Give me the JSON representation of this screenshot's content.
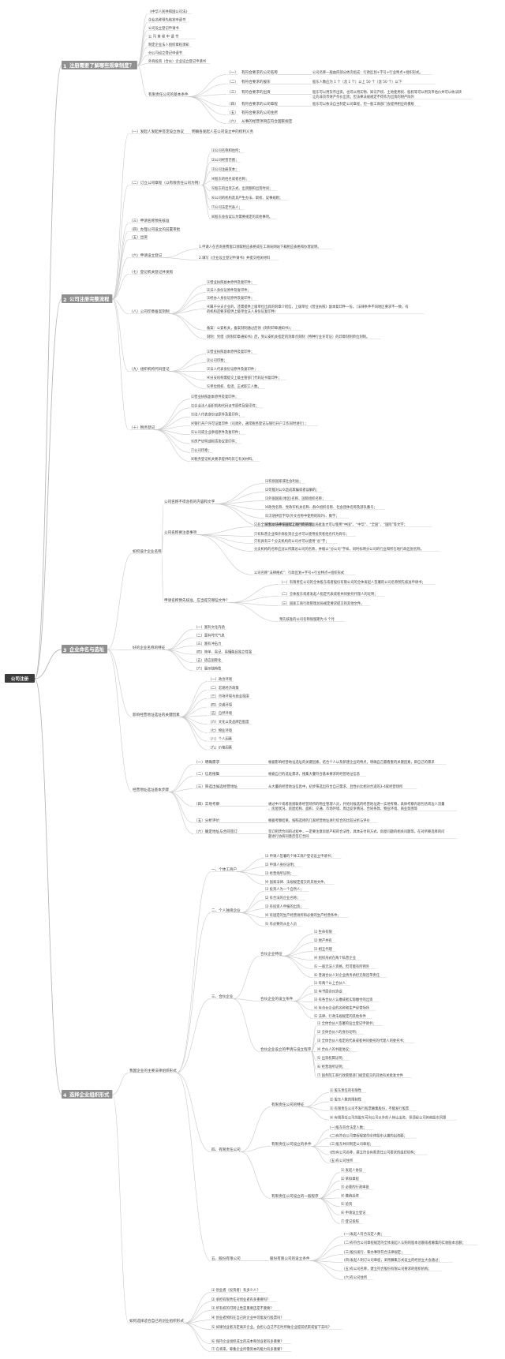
{
  "root": "公司注册",
  "sections": [
    {
      "num": "1",
      "color": "#e74c3c",
      "label": "注册需要了解哪些规章制度？"
    },
    {
      "num": "2",
      "color": "#f1c40f",
      "label": "公司注册完整流程"
    },
    {
      "num": "3",
      "color": "#3498db",
      "label": "企业命名与选址"
    },
    {
      "num": "4",
      "color": "#2ecc71",
      "label": "选择企业组织形式"
    }
  ],
  "s1": {
    "laws": [
      "《中华人民共和国公司法》",
      "企业名称预先核准申请书",
      "公司设立登记申请书",
      "公 司 章 程 申 请 书",
      "制定企业法人组织章程须知",
      "分公司设立登记申请书",
      "外商投资（合伙）企业设立登记申请书"
    ],
    "basic_label": "有限责任公司的基本条件",
    "basic": [
      {
        "no": "（一）",
        "text": "有符合要求的公司名称",
        "note": "公司名称一般由四部分依次组成：行政区划+字号+行业特点+组织形式。"
      },
      {
        "no": "（二）",
        "text": "有符合要求的股东",
        "note": "股东人数应为 1 个（含 1 个）以上 50 个（含 50 个）以下"
      },
      {
        "no": "（三）",
        "text": "有符合要求的出资",
        "note": "股东可以用货币出资，也可以用实物、知识产权、土地使用权、股权等可以用货币估价并可以依法转让的非货币财产作价出资；但法律法规规定不得作为出资的财产除外"
      },
      {
        "no": "（四）",
        "text": "有符合要求的公司章程",
        "note": "股东可以依法自主制定公司章程，但一般工商部门会提供相应的模板"
      },
      {
        "no": "（五）",
        "text": "有符合要求的公司住所",
        "note": ""
      },
      {
        "no": "（六）",
        "text": "从事的经营项目应符合国家规定",
        "note": ""
      }
    ]
  },
  "s2": {
    "step1": {
      "label": "（一）发起人发起并签定设立协议",
      "note": "明确各发起人在公司设立中的权利义务"
    },
    "step2": {
      "label": "（二）订立公司章程（以有限责任公司为例）",
      "items": [
        "⑴公司名称和住所；",
        "⑵公司经营范围；",
        "⑶公司注册资本；",
        "⑷股东的姓名或者名称；",
        "⑸股东的出资方式、出资额和出资时间；",
        "⑹公司的机构及其产生办法、职权、议事规则；",
        "⑺公司法定代表人；",
        "⑻股东会会议认为需要规定的其他事项。"
      ]
    },
    "step3": "（三）申请名称预先核准",
    "step4": "（四）办理公司设立的前置审批",
    "step5": "（五）出资",
    "step6": {
      "label": "（六）申请设立登记",
      "items": [
        "1.申请人在咨询查费窗口领取相应表格或在工商局网站下载相应表格和办理说明。",
        "2.填写《企业设立登记申请书》并提交相关材料"
      ]
    },
    "step7": "（七）登记机关登记并发照",
    "step8": {
      "label": "（八）公司印章备案刻制",
      "items": [
        "⑴营业执照副本原件及复印件；",
        "⑵法人身份证原件及复印件；",
        "⑶经办人身份证原件及复印件；",
        "⑷属于分支企业的，还需提供上级单位出具的刻章介绍信，上级单位《营业执照》副本复印件一份。（法律条件不同地区要求不一致，有的机构还要求提供上级单位法人身份证复印件）",
        "备案：公安机关，备案刻制通过后领《刻制印章通知书》；",
        "刻制：凭借《刻制印章通知书》后，到公安机关指定的刻章点刻制（特种行业许可证）的印章刻制单位刻制。"
      ]
    },
    "step9": {
      "label": "（九）组织机构代码登记",
      "items": [
        "⑴营业执照副本原件及复印件；",
        "⑵公司印章；",
        "⑶法人代表身份证原件及复印件；",
        "⑷分支机构需提交上级主管部门代码证书复印件；",
        "⑸单位授权、电话、正式职工人数。"
      ]
    },
    "step10": {
      "label": "（十）税务登记",
      "items": [
        "⑴营业执照副本原件及复印件；",
        "⑵企业法人组织机构代码证书原件及复印件；",
        "⑶法人代表身份证原件及复印件；",
        "⑷银行开户许可证复印件（司须外，通常税务登记与银行开户工作同时进行）；",
        "⑸公司或企业章程原件及复印件；",
        "⑹房产证明或租赁协议复印件；",
        "⑺公司印章；",
        "⑻税务登记机关要求提供的其它有关材料。"
      ]
    }
  },
  "s3": {
    "naming": {
      "label": "如何设计企业名称",
      "rules_label": "公司名称不得含有的内容和文字",
      "rules": [
        "⑴有损国家或社会利益；",
        "⑵可能对公众造成欺骗或者误解的；",
        "⑶外国国家(地区)名称、国际组织名称；",
        "⑷政党名称、党政军机关名称、群众组织名称、社会团体名称及部队番号；",
        "⑸汉语拼音字母(外文名称中使用的除外)、数字；",
        "⑹其他法律法规禁止使用的内容。"
      ],
      "attention_label": "公司名称要注意事项",
      "attention": [
        "只有全国性公司并经国家工商行政管理总局批准才可以使用“中国”、“中华”、“全国”、“国际”等文字；",
        "只有私营企业和外商投资企业才可以使用投资者姓名作为商号；",
        "只有具有三个分支机构的公司才可以使用“总”字；",
        "分支机构的名称应冠以所属总公司的名称，并缀以“分公司”字样，同时标明分公司的行业和所在地行政区划名称。"
      ],
      "legal_format": "公司名称“法律格式”：行政区划+字号+行业特点+组织形式",
      "docs_label": "申请名称预先核准，应当提交哪些文件？",
      "docs": [
        "（一）有限责任公司的全体股东或者股份有限公司的全体发起人签署的公司名称预先核准申请书；",
        "（二）全体股东或者发起人指定代表或者共同委托代理人的证明；",
        "（三）国家工商行政管理总局规定要求提交的其他文件。"
      ],
      "docs_note": "预先核准的公司名称保留期为 6 个月"
    },
    "traits": {
      "label": "好的企业名称的特征",
      "items": [
        "（一）富有文化内涵",
        "（二）富有时代气息",
        "（三）富有冲击力",
        "（四）简单、易记、易懂能且独立性强",
        "（五）适应国际化",
        "（六）展示独特性"
      ]
    },
    "factors": {
      "label": "影响经营地址选址的关键因素",
      "items": [
        "（一）政治环境",
        "（二）宏观经济政策",
        "（三）市场环境与商业氛围",
        "（四）交通环境",
        "（五）自然环境",
        "（六）文化以及品牌匹配度",
        "（七）物业环境",
        "（八）个人因素",
        "（九）价格因素"
      ]
    },
    "steps": {
      "label": "经营地址选址基本步骤",
      "items": [
        {
          "no": "（一）明确需求",
          "text": "根据影响经营地址选址的关键因素，结合个人以及新建企业的特点，明确自己最看重的关键因素，即自己的需求"
        },
        {
          "no": "（二）信息搜集",
          "text": "根据自己的选址需求，搜集大量符合基本要求的经营地址信息"
        },
        {
          "no": "（三）筛选出候选经营地址",
          "text": "从大量的经营地址信息中，初步筛选出符合自己需求、且性价比相对合适的3-4家经营场所"
        },
        {
          "no": "（四）实地考察",
          "text": "通过中介或者直接联系经营场所的物业管理人员，开始对候选的经营地址逐一实地考察，具体考察内容包括周边人流量、房屋状况、房屋结构、面积、交通、市场环境、周边竞争情况、合同条款、物业环境、商业氛围等"
        },
        {
          "no": "（五）分析评价",
          "text": "根据考察结果，按照选择的几家经营地址进行综合的比较分析与评价"
        },
        {
          "no": "（六）确定地址与合同签订",
          "text": "签订租赁合同的过程中，一定要注意房屋产权的合法性，具体支付的方式、房屋问题的相关问题等，在对所要选择的问题进行协商同意后签订合同"
        }
      ]
    }
  },
  "s4": {
    "label": "我国企业的主要法律组织形式",
    "forms": [
      {
        "label": "一、个体工商户",
        "items": [
          "⑴ 申请人签署的个体工商户登记设立申请书；",
          "⑵ 申请人身份证明；",
          "⑶ 经营场所证明；",
          "⑷ 国家法律、法规规定提交的其他文件。"
        ]
      },
      {
        "label": "二、个人独资企业",
        "items": [
          "⑴ 投资人为一个自然人；",
          "⑵ 有合法的企业名称；",
          "⑶ 有投资人申报的出资；",
          "⑷ 有固定的生产经营场所和必要的生产经营条件；",
          "⑸ 有必要的从业人员"
        ]
      }
    ],
    "partnership": {
      "label": "三、合伙企业",
      "features_label": "合伙企业特征",
      "features": [
        "⑴ 生命有限",
        "⑵ 财产共有",
        "⑶ 相互代理",
        "⑷ 组织形式在两个私营企业",
        "⑸ 一般无法人资格，但可能有所例外",
        "⑹ 普通合伙人对企业债务承担无限连带责任"
      ],
      "conditions_label": "合伙企业的设立条件",
      "conditions": [
        "⑴ 有两个以上合伙人",
        "⑵ 有书面合伙协议",
        "⑶ 有各合伙人认缴或者实际缴付的出资",
        "⑷ 有合伙企业的名称和生产经营场所",
        "⑸ 法律、行政法规规定的其他条件"
      ],
      "procedure_label": "合伙企业设立的申请与设立程序",
      "procedure": [
        "⑴ 全体合伙人签署的设立登记申请书；",
        "⑵ 全体合伙人的身份证明；",
        "⑶ 全体合伙人指定的代表或者共同委托的代理人的委托书；",
        "⑷ 合伙人的书面协议；",
        "⑸ 出资权属证明；",
        "⑹ 经营场所证明；",
        "⑺ 国务院工商行政管理部门规定提交的其他有关批准文件"
      ]
    },
    "llc": {
      "label": "四、有限责任公司",
      "features_label": "有限责任公司的特征",
      "features": [
        "⑴ 股东责任的有限性",
        "⑵ 股东人数的限制性",
        "⑶ 有限责任公司不发行股票募集股份，不能发行股票",
        "⑷ 有限责任公司的股东可向公司以外的人转让出资，但须经公司其他股东同意"
      ],
      "conditions_label": "有限责任公司设立的条件",
      "conditions": [
        "(一)股东符合法定人数；",
        "(二)有符合公司章程规定的全体股东认缴的出资额；",
        "(三)股东共同制定公司章程；",
        "(四)有公司名称，建立符合有限责任公司要求的组织机构；",
        "(五)有公司住所"
      ],
      "steps_label": "有限责任公司设立的一般程序",
      "steps": [
        "⑴ 发起人协议",
        "⑵ 草拟章程",
        "⑶ 必要的行政审批",
        "⑷ 缴纳出资",
        "⑸ 验资",
        "⑹ 申请设立登记",
        "⑺ 登记发照"
      ]
    },
    "jsc": {
      "label": "五、股份有限公司",
      "cond_label": "股份有限公司的设立条件",
      "items": [
        "(一)发起人符合法定人数；",
        "(二)有符合公司章程规定的全体发起人认购的股本总额或者募集的实收股本总额；",
        "(三)股份发行、筹办事项符合法律规定；",
        "(四)发起人制订公司章程，采用募集方式设立的经创立大会通过；",
        "(五)有公司名称，建立符合股份有限公司要求的组织机构；",
        "(六)有公司住所"
      ]
    },
    "choose": {
      "label": "如何选择适合自己的创业组织形式",
      "items": [
        "⑴ 创业者（投资者）有多少人？",
        "⑵ 承担有限责任对创业者有多重要吗？",
        "⑶ 所有权的可转让性是重要还是不重要？",
        "⑷ 创业者预料在自己的企业中可能发行股票吗？",
        "⑸ 如果创业者决定离开企业，会担心自己不在时所做企业提前结束或留下去吗？",
        "⑹ 保持企业组织成立的成本和创业者有多重要？",
        "⑺ 在将来，筹集企业所需资本的能力有多重要？"
      ]
    }
  }
}
